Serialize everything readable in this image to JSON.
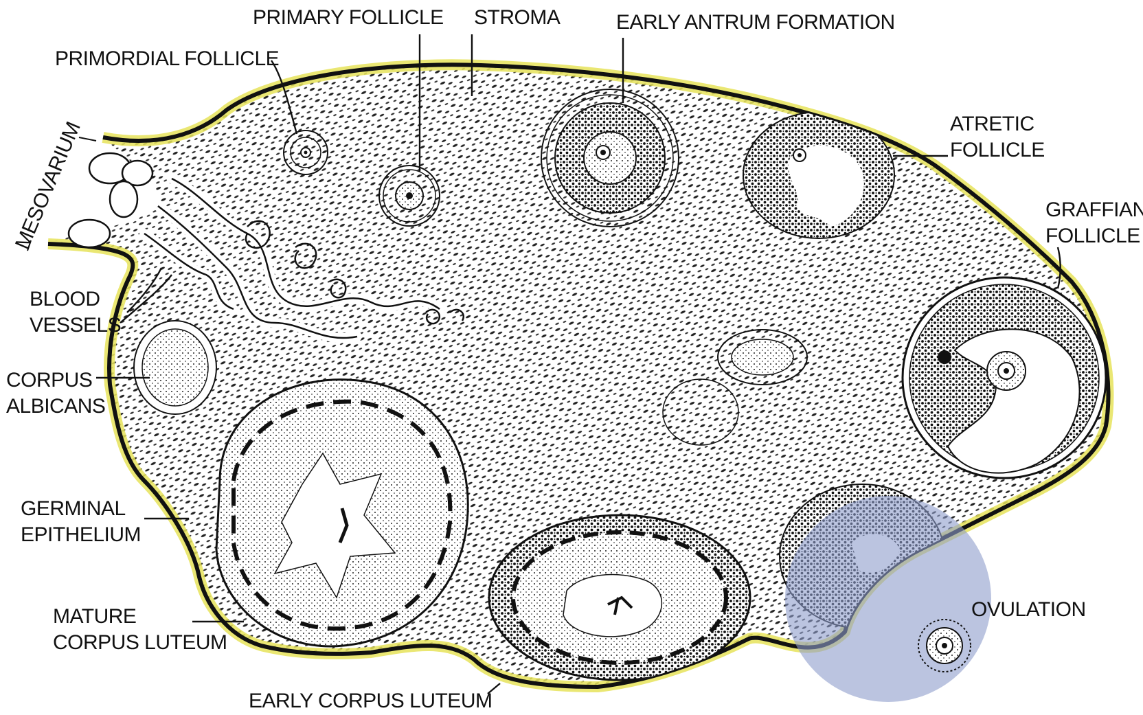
{
  "labels": {
    "primordial_follicle": "PRIMORDIAL FOLLICLE",
    "primary_follicle": "PRIMARY FOLLICLE",
    "stroma": "STROMA",
    "early_antrum_formation": "EARLY ANTRUM FORMATION",
    "atretic_follicle_line1": "ATRETIC",
    "atretic_follicle_line2": "FOLLICLE",
    "graffian_follicle_line1": "GRAFFIAN",
    "graffian_follicle_line2": "FOLLICLE",
    "mesovarium": "MESOVARIUM",
    "blood_vessels_line1": "BLOOD",
    "blood_vessels_line2": "VESSELS",
    "corpus_albicans_line1": "CORPUS",
    "corpus_albicans_line2": "ALBICANS",
    "germinal_epithelium_line1": "GERMINAL",
    "germinal_epithelium_line2": "EPITHELIUM",
    "mature_corpus_luteum_line1": "MATURE",
    "mature_corpus_luteum_line2": "CORPUS LUTEUM",
    "early_corpus_luteum": "EARLY CORPUS LUTEUM",
    "ovulation": "OVULATION"
  },
  "colors": {
    "epithelium_highlight": "#e6e35a",
    "ovulation_highlight": "#8d9ccc",
    "ink": "#111111",
    "stroma_bg": "#ffffff"
  }
}
